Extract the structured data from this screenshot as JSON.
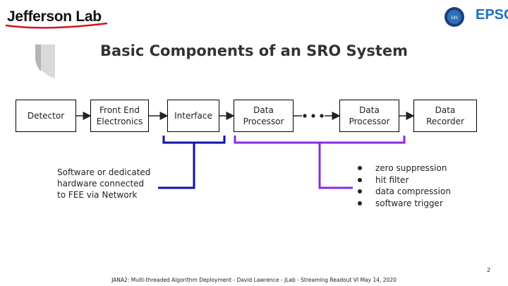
{
  "header": {
    "logo_text": "Jefferson Lab",
    "epsci_text": "EPSCI"
  },
  "slide": {
    "title": "Basic Components of an SRO System",
    "boxes": [
      "Detector",
      "Front End\nElectronics",
      "Interface",
      "Data\nProcessor",
      "Data\nProcessor",
      "Data\nRecorder"
    ],
    "interface_note": "Software or dedicated\nhardware connected\nto FEE via Network",
    "processing_steps": [
      "zero suppression",
      "hit filter",
      "data compression",
      "software trigger"
    ],
    "page_number": "2",
    "footer": "JANA2: Multi-threaded Algorithm Deployment - David Lawrence - JLab - Streaming Readout VI May 14, 2020"
  },
  "colors": {
    "interface_bracket": "#1010a8",
    "processor_bracket": "#8a2be2",
    "arrow": "#222222",
    "epsci_blue": "#1a6fc4",
    "logo_red": "#d3161d"
  }
}
